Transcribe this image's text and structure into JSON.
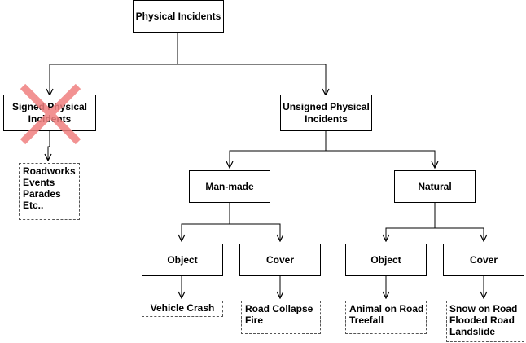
{
  "root": {
    "label": "Physical Incidents"
  },
  "signed": {
    "label": "Signed Physical Incidents",
    "examples": [
      "Roadworks",
      "Events",
      "Parades",
      "Etc.."
    ],
    "crossed_out": true,
    "cross_color": "#f08080"
  },
  "unsigned": {
    "label": "Unsigned Physical Incidents"
  },
  "manmade": {
    "label": "Man-made",
    "object": {
      "label": "Object",
      "examples": [
        "Vehicle Crash"
      ]
    },
    "cover": {
      "label": "Cover",
      "examples": [
        "Road Collapse",
        "Fire"
      ]
    }
  },
  "natural": {
    "label": "Natural",
    "object": {
      "label": "Object",
      "examples": [
        "Animal on Road",
        "Treefall"
      ]
    },
    "cover": {
      "label": "Cover",
      "examples": [
        "Snow on Road",
        "Flooded Road",
        "Landslide"
      ]
    }
  }
}
